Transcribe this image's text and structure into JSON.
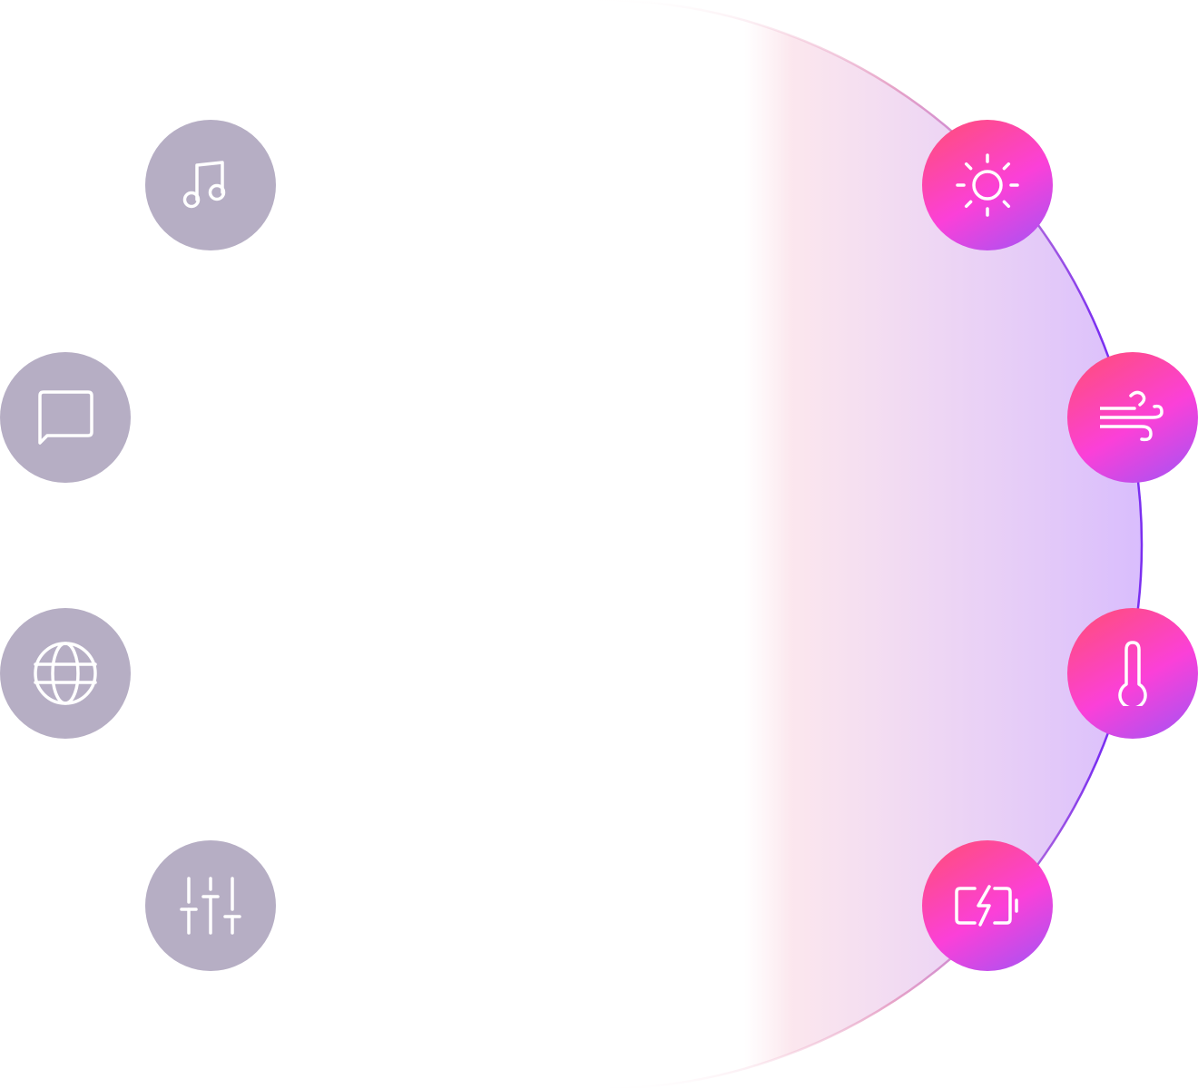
{
  "colors": {
    "inactive_button": "#b6aec4",
    "active_gradient_start": "#ff4f73",
    "active_gradient_mid": "#fb40d8",
    "active_gradient_end": "#a054f6",
    "arc_stroke": "#7b2ff0",
    "arc_fill_end": "#d9bdfd",
    "icon_stroke": "#ffffff"
  },
  "left_controls": [
    {
      "id": "music",
      "icon": "music-note-icon"
    },
    {
      "id": "message",
      "icon": "chat-bubble-icon"
    },
    {
      "id": "globe",
      "icon": "globe-icon"
    },
    {
      "id": "equalizer",
      "icon": "sliders-icon"
    }
  ],
  "right_controls": [
    {
      "id": "brightness",
      "icon": "sun-icon",
      "active": true
    },
    {
      "id": "fan",
      "icon": "wind-icon",
      "active": true
    },
    {
      "id": "temperature",
      "icon": "thermometer-icon",
      "active": true
    },
    {
      "id": "battery",
      "icon": "battery-charging-icon",
      "active": true
    }
  ]
}
